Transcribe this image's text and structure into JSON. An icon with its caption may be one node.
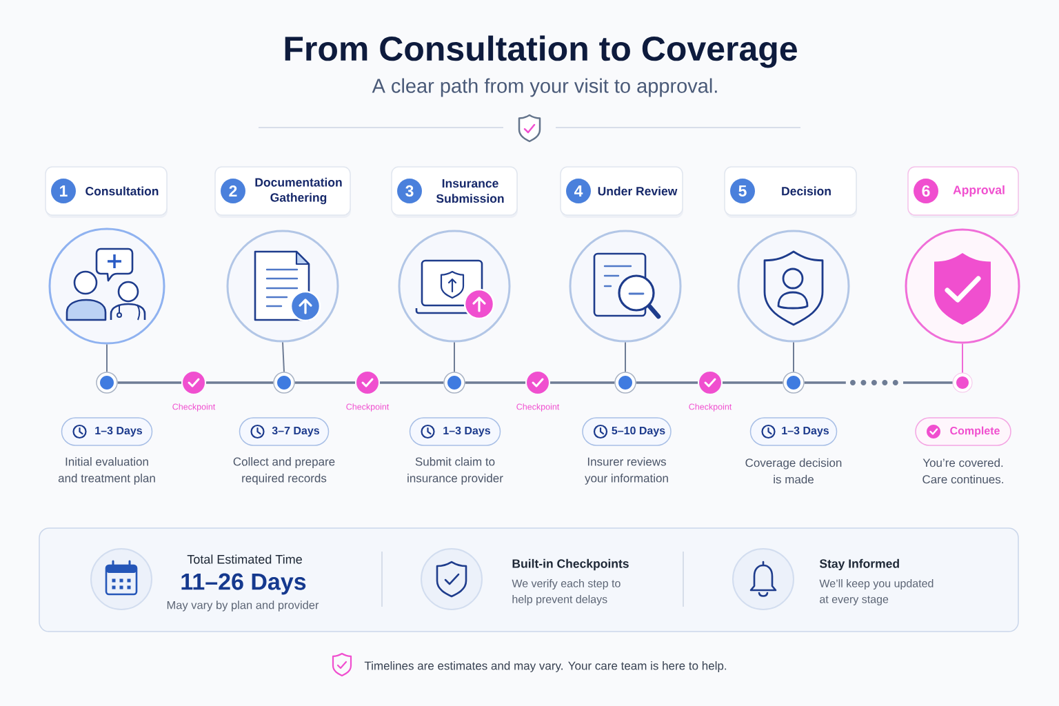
{
  "diagram": {
    "title": "From Consultation to Coverage",
    "nodes": [
      {
        "text": [
          "Consultation"
        ]
      },
      {
        "text": [
          "1"
        ],
        "in": 0
      },
      {
        "text": [
          "Documentation Gathering"
        ]
      },
      {
        "text": [
          "2"
        ],
        "in": 2
      },
      {
        "text": [
          "Insurance Submission"
        ]
      },
      {
        "text": [
          "3"
        ],
        "in": 4
      },
      {
        "text": [
          "Under Review"
        ]
      },
      {
        "text": [
          "4"
        ],
        "in": 6
      },
      {
        "text": [
          "Decision"
        ]
      },
      {
        "text": [
          "5"
        ],
        "in": 8
      },
      {
        "text": [
          "Approval"
        ]
      },
      {
        "text": [
          "6"
        ],
        "in": 10
      },
      {
        "text": [],
        "shape": "circle"
      },
      {
        "text": [],
        "shape": "circle"
      },
      {
        "text": [],
        "shape": "circle"
      },
      {
        "text": [],
        "shape": "circle"
      },
      {
        "text": [],
        "shape": "circle"
      },
      {
        "text": [],
        "shape": "circle"
      },
      {
        "text": [],
        "shape": "circle"
      },
      {
        "text": [],
        "shape": "circle",
        "beside": [
          "Checkpoint"
        ]
      },
      {
        "text": [],
        "shape": "circle"
      },
      {
        "text": [],
        "shape": "circle",
        "beside": [
          "Checkpoint"
        ]
      },
      {
        "text": [],
        "shape": "circle"
      },
      {
        "text": [],
        "shape": "circle",
        "beside": [
          "Checkpoint"
        ]
      },
      {
        "text": [],
        "shape": "circle"
      },
      {
        "text": [],
        "shape": "circle",
        "beside": [
          "Checkpoint"
        ]
      },
      {
        "text": [],
        "shape": "circle"
      },
      {
        "text": [],
        "shape": "circle"
      },
      {
        "text": [
          "1–3 Days"
        ],
        "beside": [
          "Initial evaluation and treatment plan"
        ]
      },
      {
        "text": [
          "3–7 Days"
        ],
        "beside": [
          "Collect and prepare required records"
        ]
      },
      {
        "text": [
          "1–3 Days"
        ],
        "beside": [
          "Submit claim to insurance provider"
        ]
      },
      {
        "text": [
          "5–10 Days"
        ],
        "beside": [
          "Insurer reviews your information"
        ]
      },
      {
        "text": [
          "1–3 Days"
        ],
        "beside": [
          "Coverage decision is made"
        ]
      },
      {
        "text": [
          "Complete"
        ],
        "beside": [
          "You’re covered. Care continues."
        ]
      },
      {
        "text": [
          "Total Estimated Time",
          "11–26 Days",
          "May vary by plan and provider",
          "Built-in Checkpoints",
          "We verify each step to help prevent delays",
          "Stay Informed",
          "We’ll keep you updated at every stage"
        ]
      }
    ],
    "edges": [
      {
        "from": 12,
        "to": 18,
        "arrow": "none"
      },
      {
        "from": 13,
        "to": 20,
        "arrow": "none"
      },
      {
        "from": 14,
        "to": 22,
        "arrow": "none"
      },
      {
        "from": 15,
        "to": 24,
        "arrow": "none"
      },
      {
        "from": 16,
        "to": 26,
        "arrow": "none"
      },
      {
        "from": 17,
        "to": 27,
        "arrow": "none",
        "color": "#f06ad6"
      },
      {
        "from": 18,
        "to": 19,
        "arrow": "none"
      },
      {
        "from": 19,
        "to": 20,
        "arrow": "none"
      },
      {
        "from": 20,
        "to": 21,
        "arrow": "none"
      },
      {
        "from": 21,
        "to": 22,
        "arrow": "none"
      },
      {
        "from": 22,
        "to": 23,
        "arrow": "none"
      },
      {
        "from": 23,
        "to": 24,
        "arrow": "none"
      },
      {
        "from": 24,
        "to": 25,
        "arrow": "none"
      },
      {
        "from": 25,
        "to": 26,
        "arrow": "none"
      },
      {
        "from": 26,
        "to": 27,
        "arrow": "none",
        "style": "dashed"
      }
    ],
    "labels": [
      "A clear path from your visit to approval.",
      "Timelines are estimates and may vary. Your care team is here to help."
    ]
  }
}
